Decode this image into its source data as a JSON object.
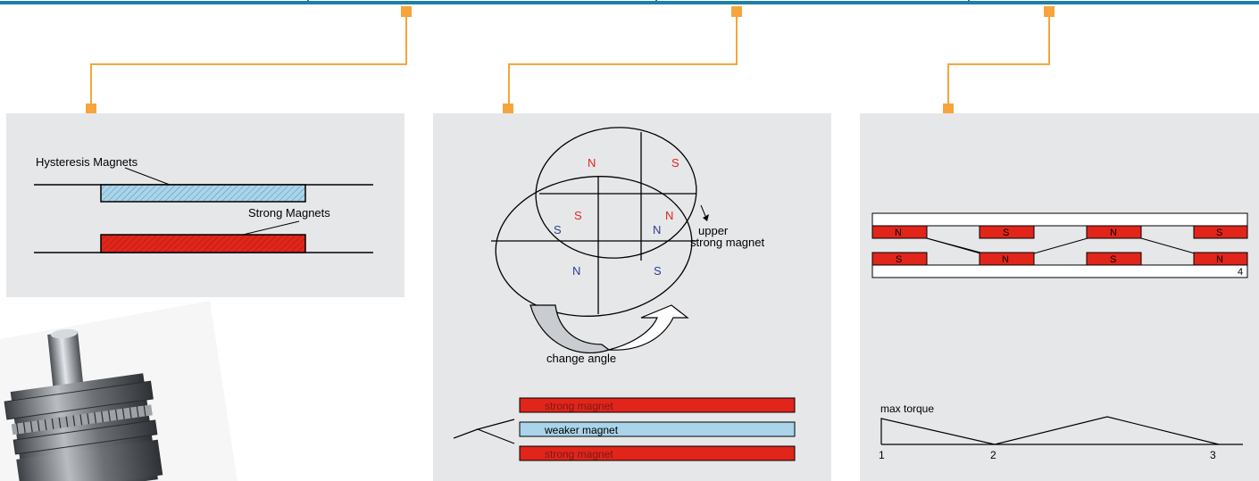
{
  "panel_1": {
    "hysteresis_label": "Hysteresis Magnets",
    "strong_label": "Strong Magnets"
  },
  "panel_2": {
    "upper_pole_n": "N",
    "upper_pole_s": "S",
    "inner_s_red": "S",
    "inner_n_red": "N",
    "inner_s_blue": "S",
    "inner_n_blue": "N",
    "lower_pole_n": "N",
    "lower_pole_s": "S",
    "upper_magnet_label_1": "upper",
    "upper_magnet_label_2": "strong magnet",
    "change_angle_label": "change angle",
    "stack_top_label": "strong magnet",
    "stack_middle_label": "weaker magnet",
    "stack_bottom_label": "strong magnet"
  },
  "panel_3": {
    "top_row": [
      "N",
      "S",
      "N",
      "S"
    ],
    "bottom_row": [
      "S",
      "N",
      "S",
      "N"
    ],
    "position_4": "4",
    "max_torque_label": "max torque",
    "pos_1": "1",
    "pos_2": "2",
    "pos_3": "3"
  },
  "colors": {
    "accent_blue": "#1f7fa8",
    "connector_orange": "#f5a53c",
    "panel_gray": "#e6e7e9",
    "strong_red": "#e1251b",
    "weak_blue": "#a9d4ea",
    "pole_red": "#e1251b",
    "pole_blue": "#2a3d8f"
  },
  "icons": [
    "hysteresis-brake-photo",
    "rotation-arrow-icon"
  ]
}
